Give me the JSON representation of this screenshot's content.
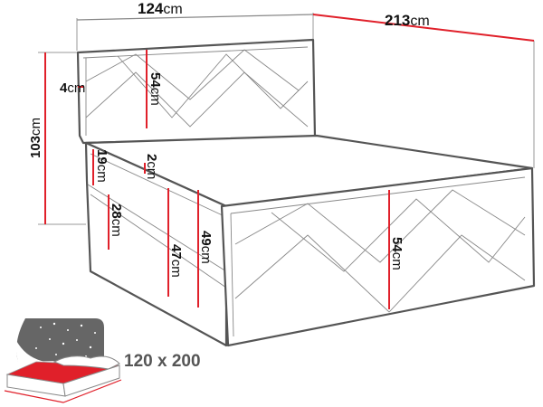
{
  "dimensions": {
    "width": {
      "value": "124",
      "unit": "cm"
    },
    "length": {
      "value": "213",
      "unit": "cm"
    },
    "total_height": {
      "value": "103",
      "unit": "cm"
    },
    "headboard_thickness": {
      "value": "4",
      "unit": "cm"
    },
    "headboard_visible_height": {
      "value": "54",
      "unit": "cm"
    },
    "topper_height": {
      "value": "19",
      "unit": "cm"
    },
    "gap": {
      "value": "2",
      "unit": "cm"
    },
    "base_height": {
      "value": "28",
      "unit": "cm"
    },
    "sleeping_height": {
      "value": "47",
      "unit": "cm"
    },
    "side_height": {
      "value": "49",
      "unit": "cm"
    },
    "footboard_height": {
      "value": "54",
      "unit": "cm"
    }
  },
  "mattress_size": "120 x 200",
  "colors": {
    "dimension_line": "#e0202a",
    "outline": "#555555",
    "icon_gray": "#666666",
    "icon_red": "#e0202a"
  }
}
